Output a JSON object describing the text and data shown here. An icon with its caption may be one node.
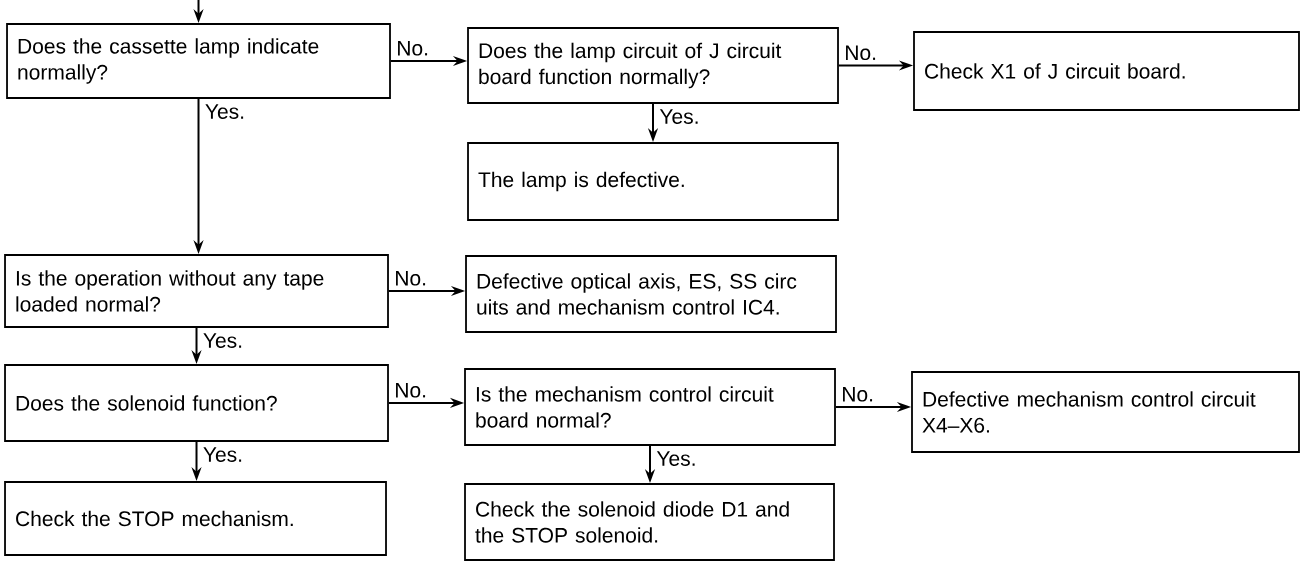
{
  "diagram": {
    "nodes": [
      {
        "text": [
          "Does the cassette lamp indicate normally?"
        ]
      },
      {
        "text": [
          "Does the lamp circuit of J circuit board function normally?"
        ]
      },
      {
        "text": [
          "Check X1 of J circuit board."
        ]
      },
      {
        "text": [
          "The lamp is defective."
        ]
      },
      {
        "text": [
          "Is the operation without any tape loaded normal?"
        ]
      },
      {
        "text": [
          "Defective optical axis, ES, SS circ uits and mechanism control IC4."
        ]
      },
      {
        "text": [
          "Does the solenoid function?"
        ]
      },
      {
        "text": [
          "Is the mechanism control circuit board normal?"
        ]
      },
      {
        "text": [
          "Defective mechanism control circuit X4–X6."
        ]
      },
      {
        "text": [
          "Check the STOP mechanism."
        ]
      },
      {
        "text": [
          "Check the solenoid diode D1 and the STOP solenoid."
        ]
      }
    ],
    "edges": [
      {
        "from": null,
        "to": 0,
        "arrow": "to"
      },
      {
        "from": 0,
        "to": 1,
        "arrow": "to",
        "label": "No."
      },
      {
        "from": 1,
        "to": 2,
        "arrow": "to",
        "label": "No."
      },
      {
        "from": 1,
        "to": 3,
        "arrow": "to",
        "label": "Yes."
      },
      {
        "from": 0,
        "to": 4,
        "arrow": "to",
        "label": "Yes."
      },
      {
        "from": 4,
        "to": 5,
        "arrow": "to",
        "label": "No."
      },
      {
        "from": 4,
        "to": 6,
        "arrow": "to",
        "label": "Yes."
      },
      {
        "from": 6,
        "to": 7,
        "arrow": "to",
        "label": "No."
      },
      {
        "from": 7,
        "to": 8,
        "arrow": "to",
        "label": "No."
      },
      {
        "from": 6,
        "to": 9,
        "arrow": "to",
        "label": "Yes."
      },
      {
        "from": 7,
        "to": 10,
        "arrow": "to",
        "label": "Yes."
      }
    ]
  }
}
